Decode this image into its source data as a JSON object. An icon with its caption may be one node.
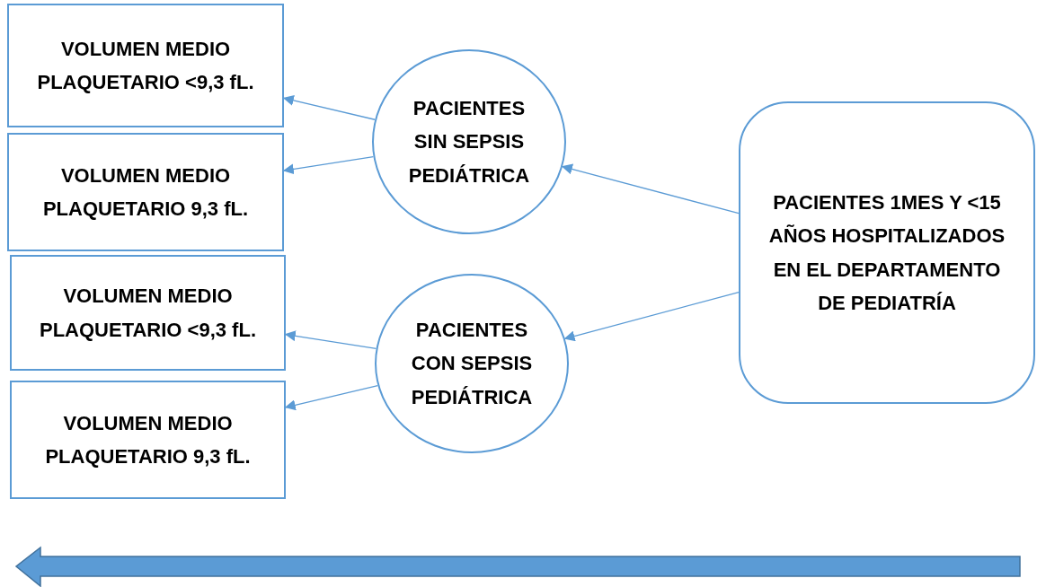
{
  "diagram": {
    "nodes": [
      {
        "text": [
          "VOLUMEN MEDIO PLAQUETARIO <9,3 fL."
        ]
      },
      {
        "text": [
          "VOLUMEN MEDIO PLAQUETARIO 9,3 fL."
        ]
      },
      {
        "text": [
          "VOLUMEN MEDIO PLAQUETARIO <9,3 fL."
        ]
      },
      {
        "text": [
          "VOLUMEN MEDIO PLAQUETARIO 9,3 fL."
        ]
      },
      {
        "text": [
          "PACIENTES SIN SEPSIS PEDIÁTRICA"
        ]
      },
      {
        "text": [
          "PACIENTES CON SEPSIS PEDIÁTRICA"
        ]
      },
      {
        "text": [
          "PACIENTES 1MES Y <15 AÑOS HOSPITALIZADOS EN EL DEPARTAMENTO DE PEDIATRÍA"
        ]
      }
    ],
    "edges": [
      {
        "from": 6,
        "to": 4,
        "arrow": "to"
      },
      {
        "from": 6,
        "to": 5,
        "arrow": "to"
      },
      {
        "from": 4,
        "to": 0,
        "arrow": "to"
      },
      {
        "from": 4,
        "to": 1,
        "arrow": "to"
      },
      {
        "from": 5,
        "to": 2,
        "arrow": "to"
      },
      {
        "from": 5,
        "to": 3,
        "arrow": "to"
      }
    ]
  }
}
